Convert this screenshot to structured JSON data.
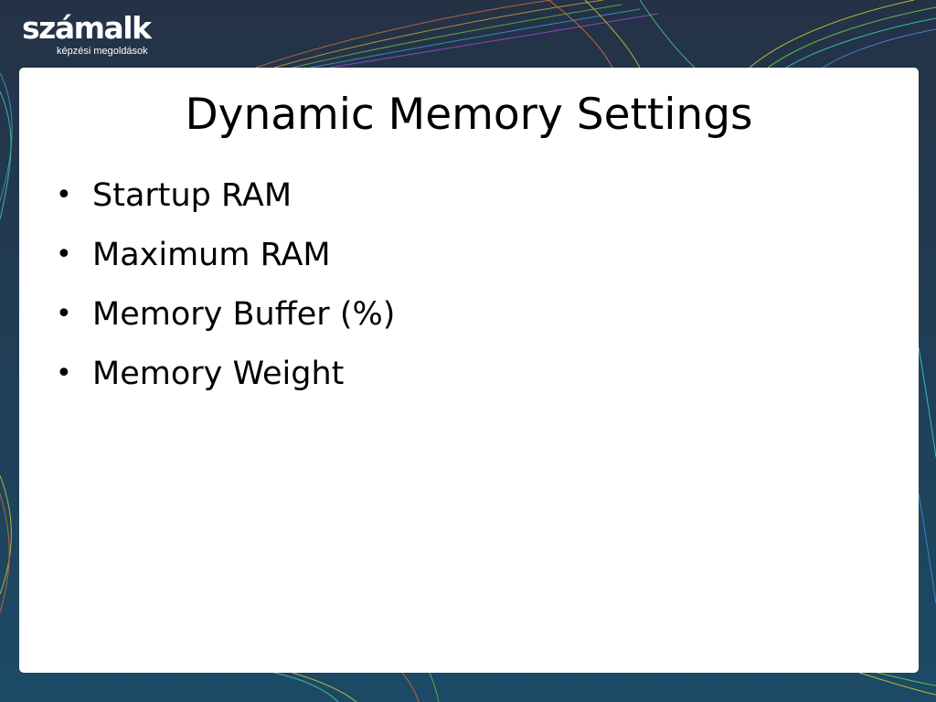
{
  "logo": {
    "main": "számalk",
    "tagline": "képzési megoldások"
  },
  "slide": {
    "title": "Dynamic Memory Settings",
    "bullets": [
      "Startup RAM",
      "Maximum RAM",
      "Memory Buffer (%)",
      "Memory Weight"
    ]
  },
  "colors": {
    "background_dark": "#20384f",
    "panel": "#ffffff",
    "text": "#000000"
  }
}
